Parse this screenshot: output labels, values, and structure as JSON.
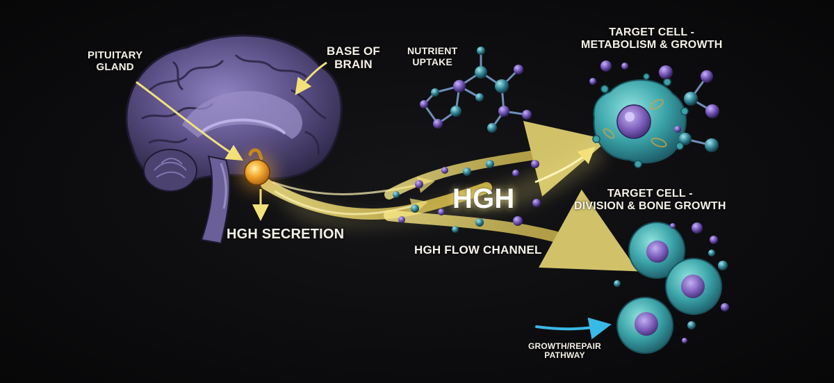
{
  "labels": {
    "pituitary": [
      "PITUITARY",
      "GLAND"
    ],
    "base_of_brain": [
      "BASE OF",
      "BRAIN"
    ],
    "nutrient_uptake": [
      "NUTRIENT",
      "UPTAKE"
    ],
    "target_cell_1": [
      "TARGET CELL -",
      "METABOLISM & GROWTH"
    ],
    "target_cell_2": [
      "TARGET CELL -",
      "DIVISION & BONE GROWTH"
    ],
    "hgh_secretion": "HGH SECRETION",
    "hgh": "HGH",
    "hgh_flow_channel": "HGH FLOW CHANNEL",
    "growth_repair": [
      "GROWTH/REPAIR",
      "PATHWAY"
    ]
  },
  "colors": {
    "background": "#0c0c0e",
    "brain": "#5a4f85",
    "brain_light": "#9a8ec7",
    "flow": "#f3e27a",
    "gland": "#f2a92e",
    "molecule_purple": "#6d4fb0",
    "molecule_teal": "#2f7f8f",
    "cell": "#3aa3a8",
    "nucleus": "#7a5bb8",
    "repair_arrow": "#39b9e6"
  },
  "icons": [
    "brain-illustration",
    "pituitary-gland-icon",
    "molecule-icon",
    "target-cell-icon",
    "dividing-cells-icon",
    "arrow-icon"
  ]
}
